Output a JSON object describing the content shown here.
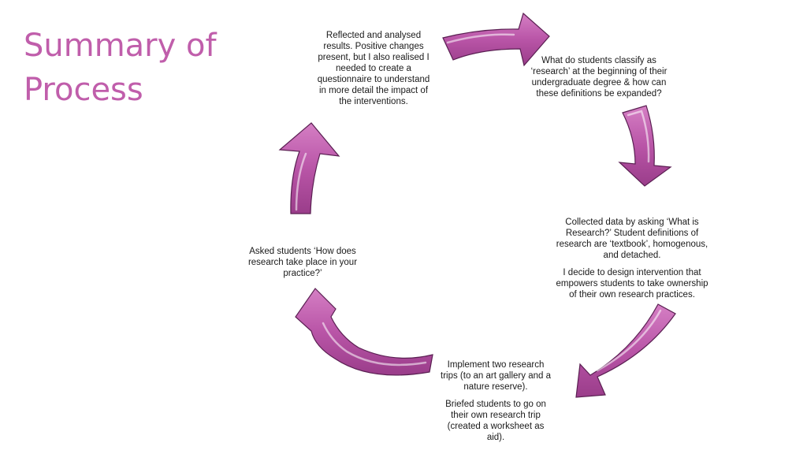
{
  "slide": {
    "title_line1": "Summary of",
    "title_line2": "Process",
    "accent_color": "#c05eab",
    "arrow_color": "#b955a7"
  },
  "cycle": {
    "steps": [
      {
        "id": "step-research-definition",
        "paragraphs": [
          "What do students classify as ‘research’ at the beginning of their undergraduate degree & how can these definitions be expanded?"
        ]
      },
      {
        "id": "step-collected-data",
        "paragraphs": [
          "Collected data by asking ‘What is Research?’ Student definitions of research are ‘textbook’, homogenous, and detached.",
          "I decide to design intervention that empowers students to take ownership of their own research practices."
        ]
      },
      {
        "id": "step-research-trips",
        "paragraphs": [
          "Implement two research trips (to an art gallery and a nature reserve).",
          "Briefed students to go on their own research trip (created a worksheet as aid)."
        ]
      },
      {
        "id": "step-asked-students",
        "paragraphs": [
          "Asked students ‘How does research take place in your practice?’"
        ]
      },
      {
        "id": "step-reflected",
        "paragraphs": [
          "Reflected and analysed results. Positive changes present, but I also realised I needed to create a questionnaire to understand in more detail the impact of the interventions."
        ]
      }
    ],
    "arrow_count": 5
  }
}
